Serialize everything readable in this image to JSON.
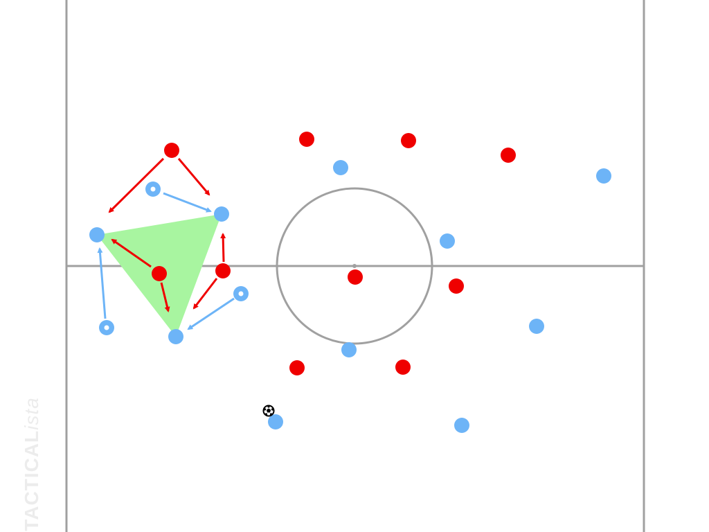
{
  "watermark": {
    "brand": "TACTICAL",
    "suffix": "ista"
  },
  "colors": {
    "pitch_line": "#a0a0a0",
    "red_team": "#ef0000",
    "blue_team": "#6db4f7",
    "zone_fill": "#a8f5a0",
    "ball": "#000000"
  },
  "icons": {
    "ball": "football-icon",
    "ghost": "previous-position-marker"
  },
  "pitch": {
    "elements": [
      "touchline-left",
      "touchline-right",
      "halfway-line",
      "centre-circle",
      "centre-spot"
    ]
  }
}
